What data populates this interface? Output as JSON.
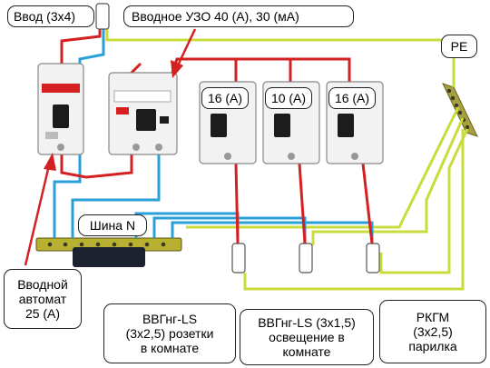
{
  "labels": {
    "input": "Ввод (3х4)",
    "rcd": "Вводное УЗО 40 (А),   30 (мА)",
    "pe": "PE",
    "bus_n": "Шина N",
    "breaker_ratings": [
      "16 (А)",
      "10 (А)",
      "16 (А)"
    ],
    "main_breaker": [
      "Вводной",
      "автомат",
      "25 (А)"
    ],
    "cable_sockets": [
      "ВВГнг-LS",
      "(3х2,5) розетки",
      "в комнате"
    ],
    "cable_lighting": [
      "ВВГнг-LS (3х1,5)",
      "освещение в",
      "комнате"
    ],
    "cable_sauna": [
      "РКГМ",
      "(3х2,5)",
      "парилка"
    ]
  },
  "colors": {
    "phase": "#d42020",
    "neutral": "#2aa0d8",
    "earth": "#c8dc3c",
    "breaker_body": "#f2f2f2",
    "bus_bar": "#b8b030"
  }
}
